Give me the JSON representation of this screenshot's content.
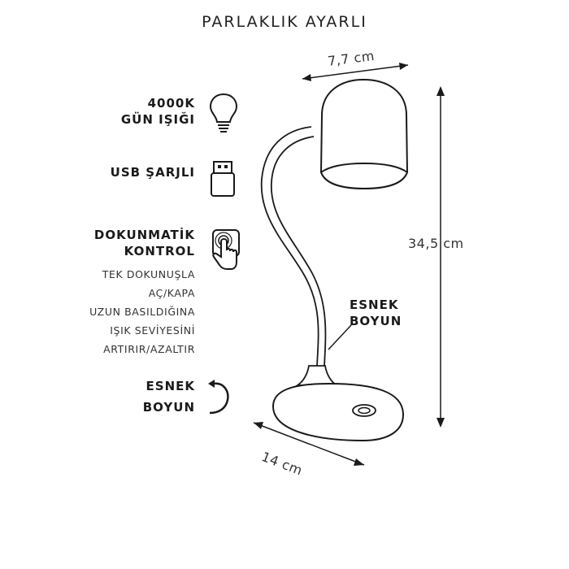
{
  "title": "PARLAKLIK AYARLI",
  "features": {
    "light": {
      "line1": "4000K",
      "line2": "GÜN IŞIĞI",
      "icon": "light-bulb-icon"
    },
    "usb": {
      "label": "USB ŞARJLI",
      "icon": "usb-plug-icon"
    },
    "touch": {
      "line1": "DOKUNMATİK",
      "line2": "KONTROL",
      "icon": "touch-control-icon",
      "desc": [
        "TEK DOKUNUŞLA",
        "AÇ/KAPA",
        "UZUN BASILDIĞINA",
        "IŞIK SEVİYESİNİ",
        "ARTIRIR/AZALTIR"
      ]
    },
    "flex_left": {
      "line1": "ESNEK",
      "line2": "BOYUN",
      "icon": "rotate-arrow-icon"
    }
  },
  "lamp": {
    "flex_label": {
      "line1": "ESNEK",
      "line2": "BOYUN"
    },
    "dim_width": "7,7 cm",
    "dim_height": "34,5 cm",
    "dim_base": "14 cm"
  }
}
